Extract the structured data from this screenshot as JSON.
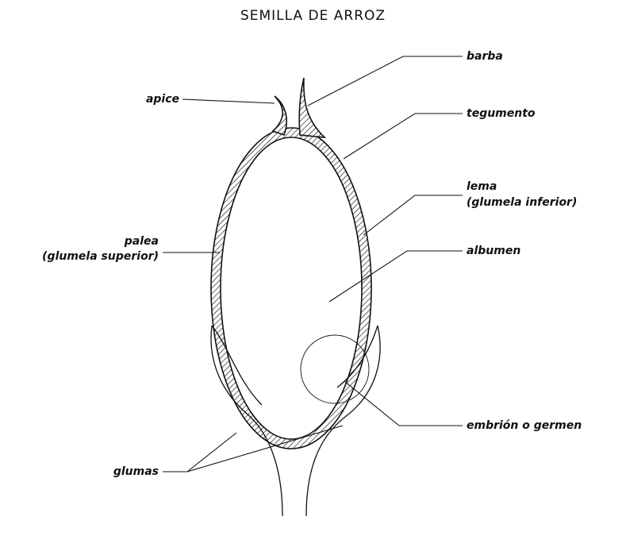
{
  "title": "SEMILLA DE ARROZ",
  "labels": {
    "barba": "barba",
    "apice": "apice",
    "tegumento": "tegumento",
    "lema": "lema",
    "lema_sub": "(glumela inferior)",
    "palea": "palea",
    "palea_sub": "(glumela superior)",
    "albumen": "albumen",
    "embrion": "embrión o germen",
    "glumas": "glumas"
  }
}
